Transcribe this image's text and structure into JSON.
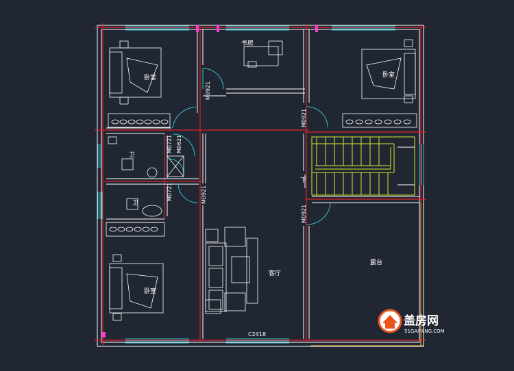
{
  "plan": {
    "rooms": {
      "bedroom_nw": "卧室",
      "study": "书房",
      "bedroom_ne": "卧室",
      "bathroom_1": "卫",
      "bathroom_2": "卫",
      "bedroom_sw": "卧室",
      "living": "客厅",
      "terrace": "露台"
    },
    "doors": {
      "study_door": "M0921",
      "bath1_door_a": "M0721",
      "bath1_door_b": "M0621",
      "bath2_door": "M0721",
      "bedroom_sw_door": "M0921",
      "bedroom_ne_door": "M0921",
      "terrace_door": "M0921"
    },
    "window_code": "C2418",
    "stair_label": "下"
  },
  "watermark": {
    "brand_cn": "盖房网",
    "brand_en": "51GAIFANG.COM",
    "accent_color": "#e8541c"
  },
  "colors": {
    "background": "#202733",
    "wall": "#ffffff",
    "axis": "#e0202a",
    "window": "#35c0cf",
    "stair": "#d9e82a",
    "furniture": "#ffffff",
    "marker": "#ff3cd2"
  }
}
